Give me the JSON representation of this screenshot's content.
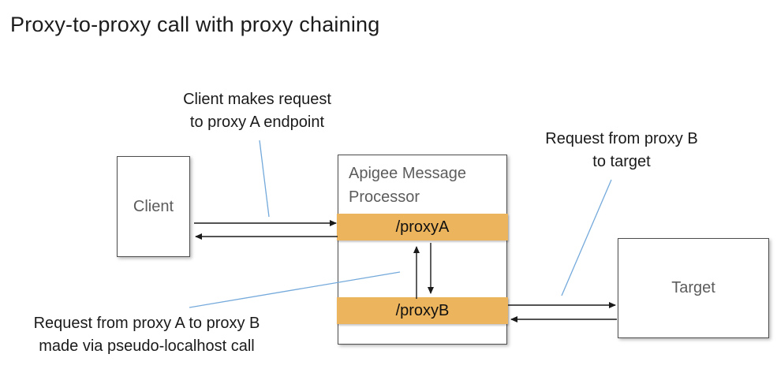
{
  "title": "Proxy-to-proxy call with proxy chaining",
  "annotations": {
    "client": {
      "lines": [
        "Client makes request",
        "to proxy A endpoint"
      ]
    },
    "target": {
      "lines": [
        "Request from proxy B",
        "to target"
      ]
    },
    "chain": {
      "lines": [
        "Request from proxy A to proxy B",
        "made via pseudo-localhost call"
      ]
    }
  },
  "nodes": {
    "client": {
      "label": "Client"
    },
    "processor": {
      "label": "Apigee Message Processor",
      "endpoints": [
        "/proxyA",
        "/proxyB"
      ]
    },
    "target": {
      "label": "Target"
    }
  },
  "colors": {
    "endpoint_bar_orange": "#ecb45c",
    "leader_line_blue": "#74a9db",
    "box_border_gray": "#4d4d4d",
    "node_label_gray": "#5c5c5c",
    "arrow_black": "#1a1a1a"
  }
}
